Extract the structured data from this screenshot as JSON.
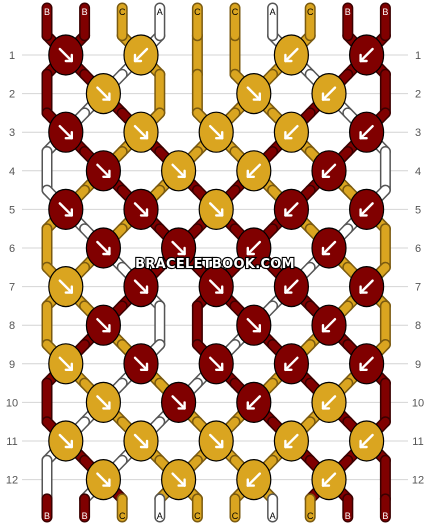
{
  "colors": {
    "A": "#ffffff",
    "B": "#800000",
    "C": "#daa520"
  },
  "strands": [
    "B",
    "B",
    "C",
    "A",
    "C",
    "C",
    "A",
    "C",
    "B",
    "B"
  ],
  "strands_bottom": [
    "B",
    "B",
    "C",
    "A",
    "C",
    "C",
    "A",
    "C",
    "B",
    "B"
  ],
  "row_labels": [
    "1",
    "2",
    "3",
    "4",
    "5",
    "6",
    "7",
    "8",
    "9",
    "10",
    "11",
    "12"
  ],
  "knots": [
    [
      "B",
      "C",
      "C",
      "B"
    ],
    [
      "C",
      "C",
      "C"
    ],
    [
      "B",
      "C",
      "C",
      "C",
      "B"
    ],
    [
      "B",
      "C",
      "C",
      "B"
    ],
    [
      "B",
      "B",
      "C",
      "B",
      "B"
    ],
    [
      "B",
      "B",
      "B",
      "B"
    ],
    [
      "C",
      "B",
      "B",
      "B",
      "B",
      "C"
    ],
    [
      "B",
      "B",
      "B"
    ],
    [
      "C",
      "B",
      "B",
      "B",
      "B",
      "C"
    ],
    [
      "C",
      "B",
      "B",
      "C"
    ],
    [
      "C",
      "C",
      "C",
      "C",
      "C",
      "C"
    ],
    [
      "C",
      "C",
      "C",
      "C"
    ]
  ],
  "arrows": [
    [
      "se",
      "sw",
      "sw",
      "sw"
    ],
    [
      "se",
      "se",
      "sw"
    ],
    [
      "se",
      "se",
      "se",
      "sw",
      "sw"
    ],
    [
      "se",
      "se",
      "sw",
      "sw"
    ],
    [
      "se",
      "se",
      "se",
      "sw",
      "sw"
    ],
    [
      "se",
      "se",
      "sw",
      "sw"
    ],
    [
      "se",
      "se",
      "se",
      "sw",
      "sw",
      "sw"
    ],
    [
      "se",
      "se",
      "sw"
    ],
    [
      "se",
      "se",
      "se",
      "sw",
      "sw",
      "sw"
    ],
    [
      "se",
      "se",
      "sw",
      "sw"
    ],
    [
      "se",
      "se",
      "se",
      "sw",
      "sw",
      "sw"
    ],
    [
      "se",
      "se",
      "sw",
      "sw"
    ]
  ],
  "watermark": "BRACELETBOOK.COM"
}
